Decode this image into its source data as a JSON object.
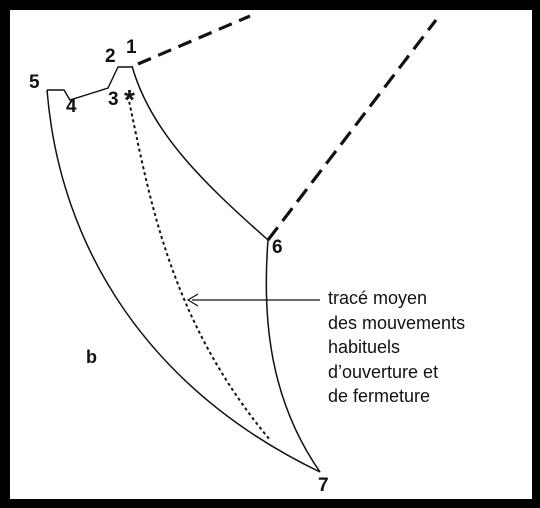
{
  "points": {
    "p1": "1",
    "p2": "2",
    "p3": "3",
    "p4": "4",
    "p5": "5",
    "p6": "6",
    "p7": "7"
  },
  "marker": "*",
  "panel_label": "b",
  "annotation": {
    "lines": [
      "tracé moyen",
      "des mouvements",
      "habituels",
      "d’ouverture et",
      "de fermeture"
    ]
  }
}
